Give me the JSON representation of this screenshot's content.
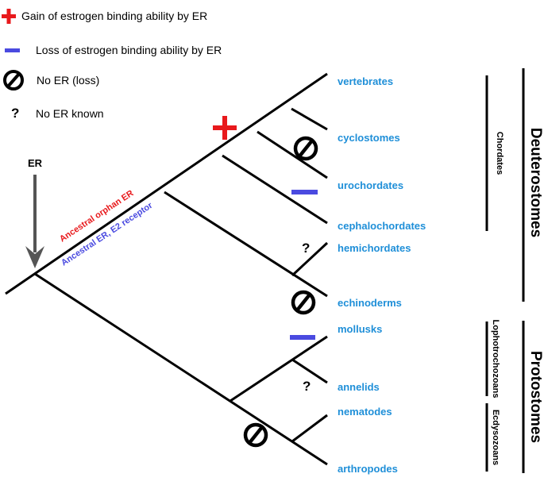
{
  "legend": {
    "gain": "Gain of estrogen binding ability by ER",
    "loss": "Loss of estrogen binding ability by ER",
    "no_er": "No ER (loss)",
    "no_er_known": "No ER known",
    "question_mark": "?"
  },
  "colors": {
    "gain": "#e8191c",
    "loss": "#4a4ae0",
    "taxon": "#1f8fd8",
    "ancestral_orphan": "#e8191c",
    "ancestral_er": "#4a4ae0",
    "er_arrow": "#555555"
  },
  "tree": {
    "root_marker_label": "ER",
    "branch_label_red": "Ancestral orphan ER",
    "branch_label_blue": "Ancestral ER, E2 receptor",
    "taxa": [
      "vertebrates",
      "cyclostomes",
      "urochordates",
      "cephalochordates",
      "hemichordates",
      "echinoderms",
      "mollusks",
      "annelids",
      "nematodes",
      "arthropodes"
    ]
  },
  "groups": {
    "chordates": "Chordates",
    "deuterostomes": "Deuterostomes",
    "lophotrochozoans": "Lophotrochozoans",
    "ecdysozoans": "Ecdysozoans",
    "protostomes": "Protostomes"
  }
}
